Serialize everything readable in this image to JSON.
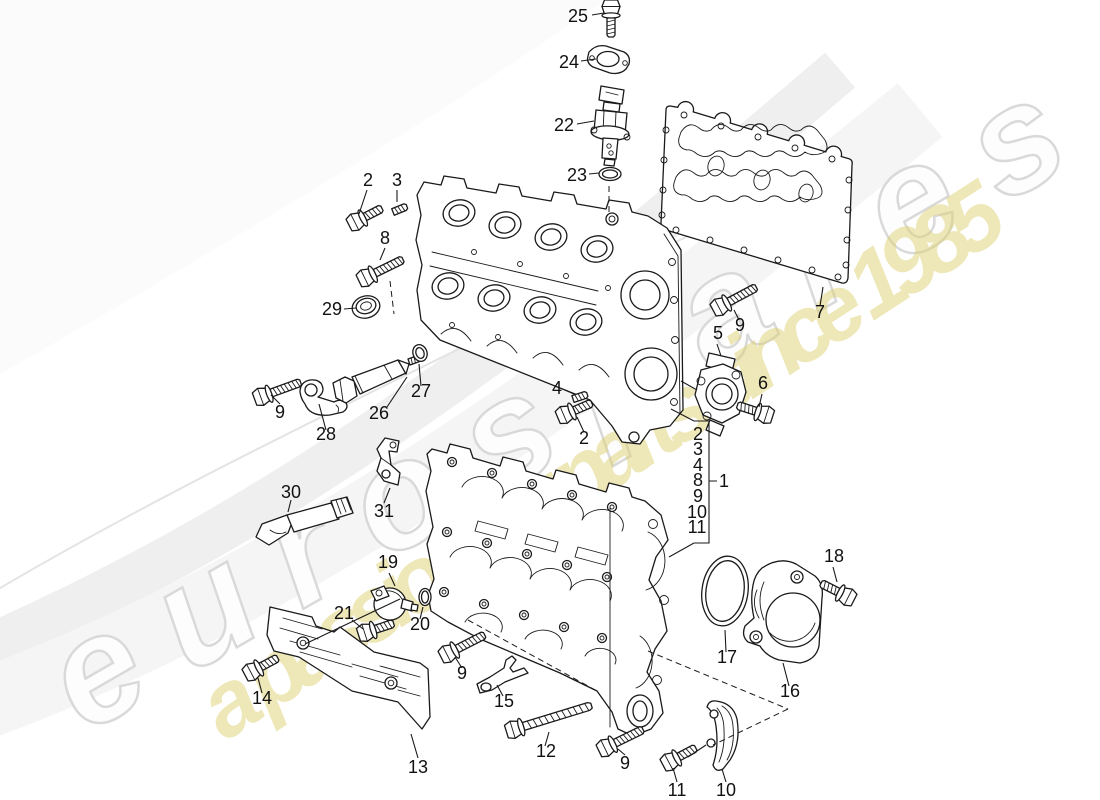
{
  "page": {
    "background_color": "#ffffff",
    "ink_color": "#1a1a1a"
  },
  "watermark": {
    "brand_text": "eurospares",
    "tagline_text": "a passion for parts since 1985",
    "brand_fill": "#fdfdfd",
    "brand_stroke": "#d9d9d9",
    "tagline_color": "#ded173"
  },
  "diagram": {
    "callouts": [
      {
        "label": "25"
      },
      {
        "label": "24"
      },
      {
        "label": "22"
      },
      {
        "label": "23"
      },
      {
        "label": "2"
      },
      {
        "label": "3"
      },
      {
        "label": "8"
      },
      {
        "label": "29"
      },
      {
        "label": "9"
      },
      {
        "label": "28"
      },
      {
        "label": "26"
      },
      {
        "label": "27"
      },
      {
        "label": "4"
      },
      {
        "label": "2"
      },
      {
        "label": "5"
      },
      {
        "label": "9"
      },
      {
        "label": "6"
      },
      {
        "label": "7"
      },
      {
        "label": "1"
      },
      {
        "label": "2"
      },
      {
        "label": "3"
      },
      {
        "label": "4"
      },
      {
        "label": "8"
      },
      {
        "label": "9"
      },
      {
        "label": "10"
      },
      {
        "label": "11"
      },
      {
        "label": "30"
      },
      {
        "label": "31"
      },
      {
        "label": "19"
      },
      {
        "label": "21"
      },
      {
        "label": "20"
      },
      {
        "label": "18"
      },
      {
        "label": "17"
      },
      {
        "label": "16"
      },
      {
        "label": "14"
      },
      {
        "label": "13"
      },
      {
        "label": "9"
      },
      {
        "label": "15"
      },
      {
        "label": "12"
      },
      {
        "label": "9"
      },
      {
        "label": "11"
      },
      {
        "label": "10"
      }
    ]
  }
}
